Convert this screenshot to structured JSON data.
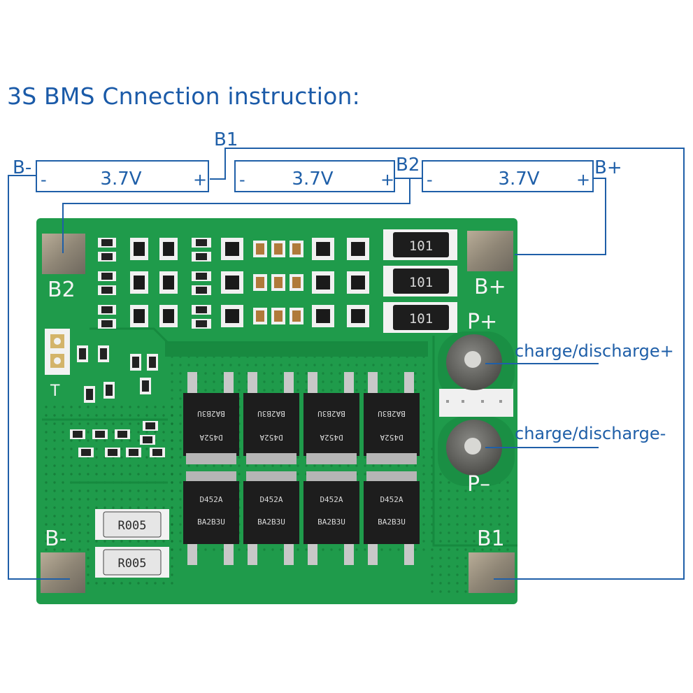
{
  "title": "3S BMS Cnnection instruction:",
  "cells": [
    {
      "voltage": "3.7V",
      "minus": "-",
      "plus": "+"
    },
    {
      "voltage": "3.7V",
      "minus": "-",
      "plus": "+"
    },
    {
      "voltage": "3.7V",
      "minus": "-",
      "plus": "+"
    }
  ],
  "wire_labels": {
    "b_minus": "B-",
    "b1": "B1",
    "b2": "B2",
    "b_plus": "B+"
  },
  "board_labels": {
    "b2": "B2",
    "b_plus": "B+",
    "p_plus": "P+",
    "p_minus": "P–",
    "b_minus": "B-",
    "b1": "B1",
    "t": "T"
  },
  "callouts": {
    "charge_plus": "charge/discharge+",
    "charge_minus": "charge/discharge-"
  },
  "components": {
    "shunt_top": "101",
    "shunt_bottom": "R005",
    "mosfet_top": "BA2B3U",
    "mosfet_mark": "D452A"
  },
  "colors": {
    "pcb": "#1f9b4b",
    "wire": "#1f5fa8",
    "pad": "#a39a8a"
  }
}
